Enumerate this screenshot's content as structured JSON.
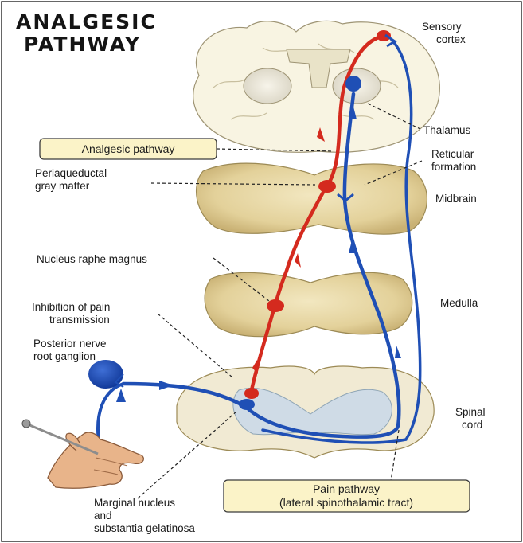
{
  "title": {
    "line1": "ANALGESIC",
    "line2": "PATHWAY"
  },
  "labels": {
    "sensory_cortex_1": "Sensory",
    "sensory_cortex_2": "cortex",
    "thalamus": "Thalamus",
    "reticular_1": "Reticular",
    "reticular_2": "formation",
    "midbrain": "Midbrain",
    "periaqueductal_1": "Periaqueductal",
    "periaqueductal_2": "gray matter",
    "raphe": "Nucleus raphe magnus",
    "medulla": "Medulla",
    "inhibition_1": "Inhibition of pain",
    "inhibition_2": "transmission",
    "posterior_1": "Posterior nerve",
    "posterior_2": "root ganglion",
    "spinal_1": "Spinal",
    "spinal_2": "cord",
    "marginal_1": "Marginal nucleus",
    "marginal_2": "and",
    "marginal_3": "substantia gelatinosa"
  },
  "boxes": {
    "analgesic": "Analgesic pathway",
    "pain_1": "Pain pathway",
    "pain_2": "(lateral spinothalamic tract)"
  },
  "colors": {
    "analgesic_pathway": "#d42a1e",
    "pain_pathway": "#1f4fb5",
    "tissue": "#e7d7a6",
    "label_box": "#fbf3c8"
  }
}
